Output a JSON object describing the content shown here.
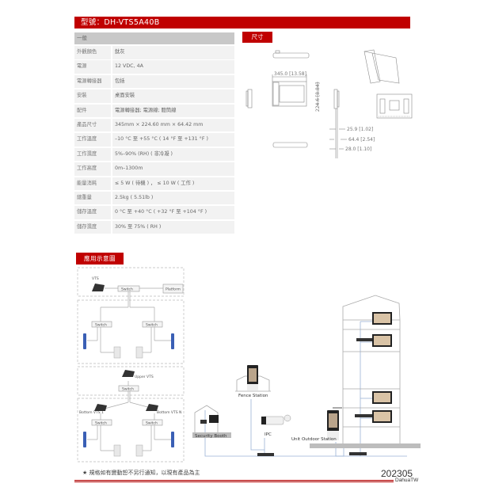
{
  "header": {
    "title": "型號：DH-VTS5A40B"
  },
  "specs": {
    "section": "一般",
    "rows": [
      {
        "label": "外觀顏色",
        "value": "鈦灰"
      },
      {
        "label": "電源",
        "value": "12 VDC, 4A"
      },
      {
        "label": "電源轉接器",
        "value": "包括"
      },
      {
        "label": "安裝",
        "value": "桌面安裝"
      },
      {
        "label": "配件",
        "value": "電源轉接器; 電源線; 聽筒線"
      },
      {
        "label": "產品尺寸",
        "value": "345mm × 224.60 mm × 64.42 mm"
      },
      {
        "label": "工作溫度",
        "value": "–10 °C  至  +55 °C ( 14 °F  至  +131 °F )"
      },
      {
        "label": "工作濕度",
        "value": "5%–90% (RH) ( 非冷凝 )"
      },
      {
        "label": "工作高度",
        "value": "0m–1300m"
      },
      {
        "label": "能量消耗",
        "value": "≤ 5 W ( 待機 ) ， ≤ 10 W ( 工作 )"
      },
      {
        "label": "總重量",
        "value": "2.5kg ( 5.51lb )"
      },
      {
        "label": "儲存溫度",
        "value": "0 °C  至  +40 °C ( +32 °F  至  +104 °F )"
      },
      {
        "label": "儲存濕度",
        "value": "30%  至  75% ( RH )"
      }
    ]
  },
  "dimensions": {
    "label": "尺寸",
    "width": "345.0 [13.58]",
    "height": "224.6 [8.84]",
    "depth1": "25.9 [1.02]",
    "depth2": "64.4 [2.54]",
    "depth3": "28.0 [1.10]"
  },
  "application": {
    "label": "應用示意圖",
    "labels": {
      "vts": "VTS",
      "switch": "Switch",
      "platform": "Platform",
      "upper_vts": "Upper VTS",
      "bottom_vts_1": "Bottom VTS 1",
      "bottom_vts_n": "Bottom VTS N",
      "fence_station": "Fence Station",
      "security_booth": "Security Booth",
      "ipc": "IPC",
      "unit_outdoor_station": "Unit Outdoor Station"
    }
  },
  "footer": {
    "note": "★  規格如有變動恕不另行通知，以現有產品為主",
    "date_code": "202305",
    "brand": "DahuaTW"
  },
  "colors": {
    "accent": "#c00000",
    "table_head": "#c8c8c8",
    "table_cell": "#f2f2f2",
    "network_line": "#9bb3d6"
  }
}
